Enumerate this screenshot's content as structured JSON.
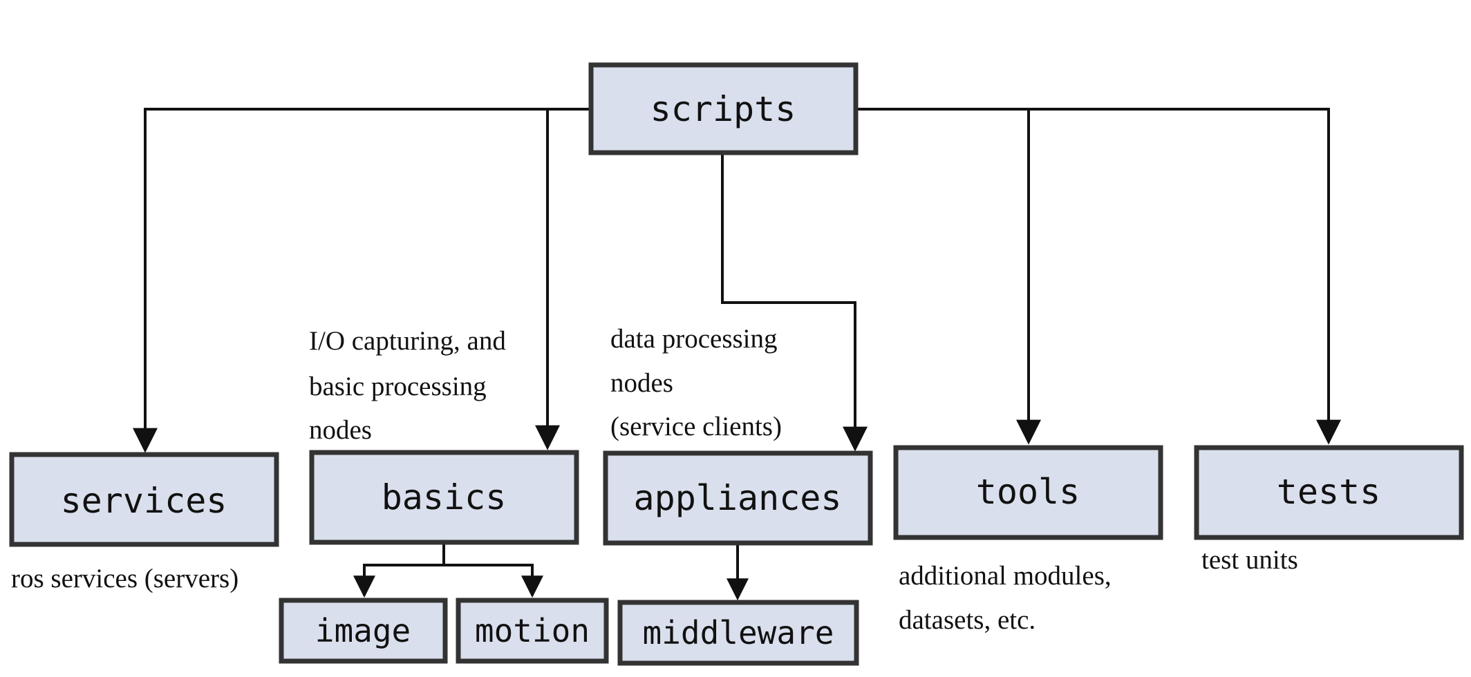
{
  "nodes": {
    "scripts": "scripts",
    "services": "services",
    "basics": "basics",
    "appliances": "appliances",
    "tools": "tools",
    "tests": "tests",
    "image": "image",
    "motion": "motion",
    "middleware": "middleware"
  },
  "notes": {
    "basics": [
      "I/O capturing, and",
      "basic processing",
      "nodes"
    ],
    "appliances": [
      "data processing",
      "nodes",
      "(service clients)"
    ],
    "services": "ros services (servers)",
    "tools": [
      "additional modules,",
      "datasets, etc."
    ],
    "tests": "test units"
  }
}
